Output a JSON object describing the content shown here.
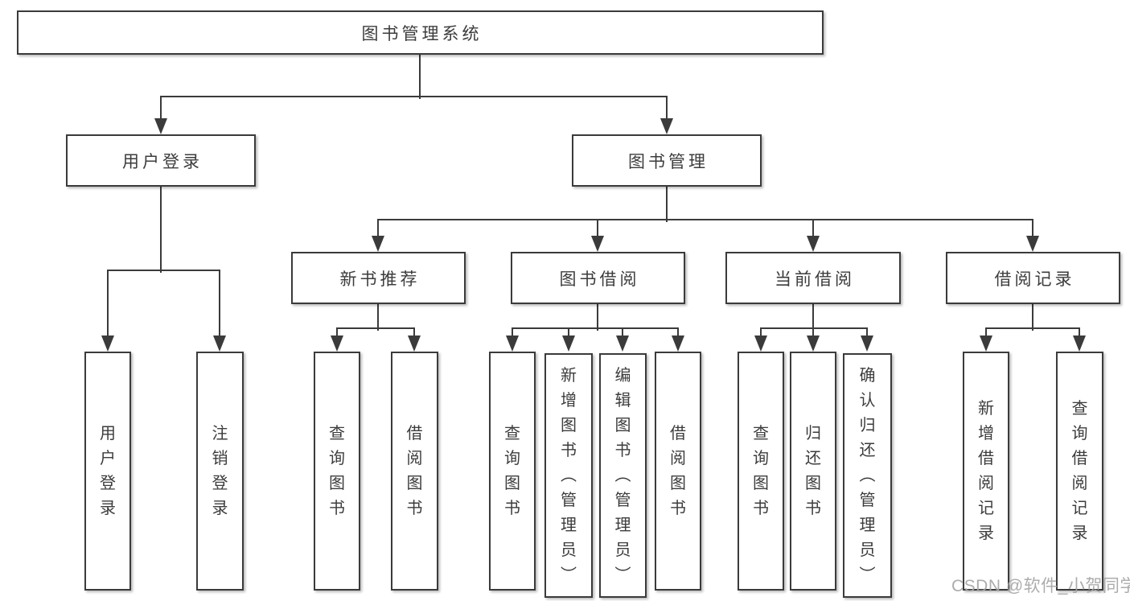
{
  "diagram": {
    "root": {
      "label": "图书管理系统"
    },
    "level1": [
      {
        "label": "用户登录"
      },
      {
        "label": "图书管理"
      }
    ],
    "user_leaves": [
      {
        "label": "用户登录"
      },
      {
        "label": "注销登录"
      }
    ],
    "groups": [
      {
        "label": "新书推荐",
        "leaves": [
          {
            "label": "查询图书"
          },
          {
            "label": "借阅图书"
          }
        ]
      },
      {
        "label": "图书借阅",
        "leaves": [
          {
            "label": "查询图书"
          },
          {
            "label": "新增图书（管理员）"
          },
          {
            "label": "编辑图书（管理员）"
          },
          {
            "label": "借阅图书"
          }
        ]
      },
      {
        "label": "当前借阅",
        "leaves": [
          {
            "label": "查询图书"
          },
          {
            "label": "归还图书"
          },
          {
            "label": "确认归还（管理员）"
          }
        ]
      },
      {
        "label": "借阅记录",
        "leaves": [
          {
            "label": "新增借阅记录"
          },
          {
            "label": "查询借阅记录"
          }
        ]
      }
    ]
  },
  "watermark": {
    "text": "CSDN @软件_小贺同学"
  },
  "colors": {
    "line": "#3b3b3b",
    "text": "#3c3c3c",
    "watermark": "#a6a6a6",
    "background": "#ffffff"
  }
}
